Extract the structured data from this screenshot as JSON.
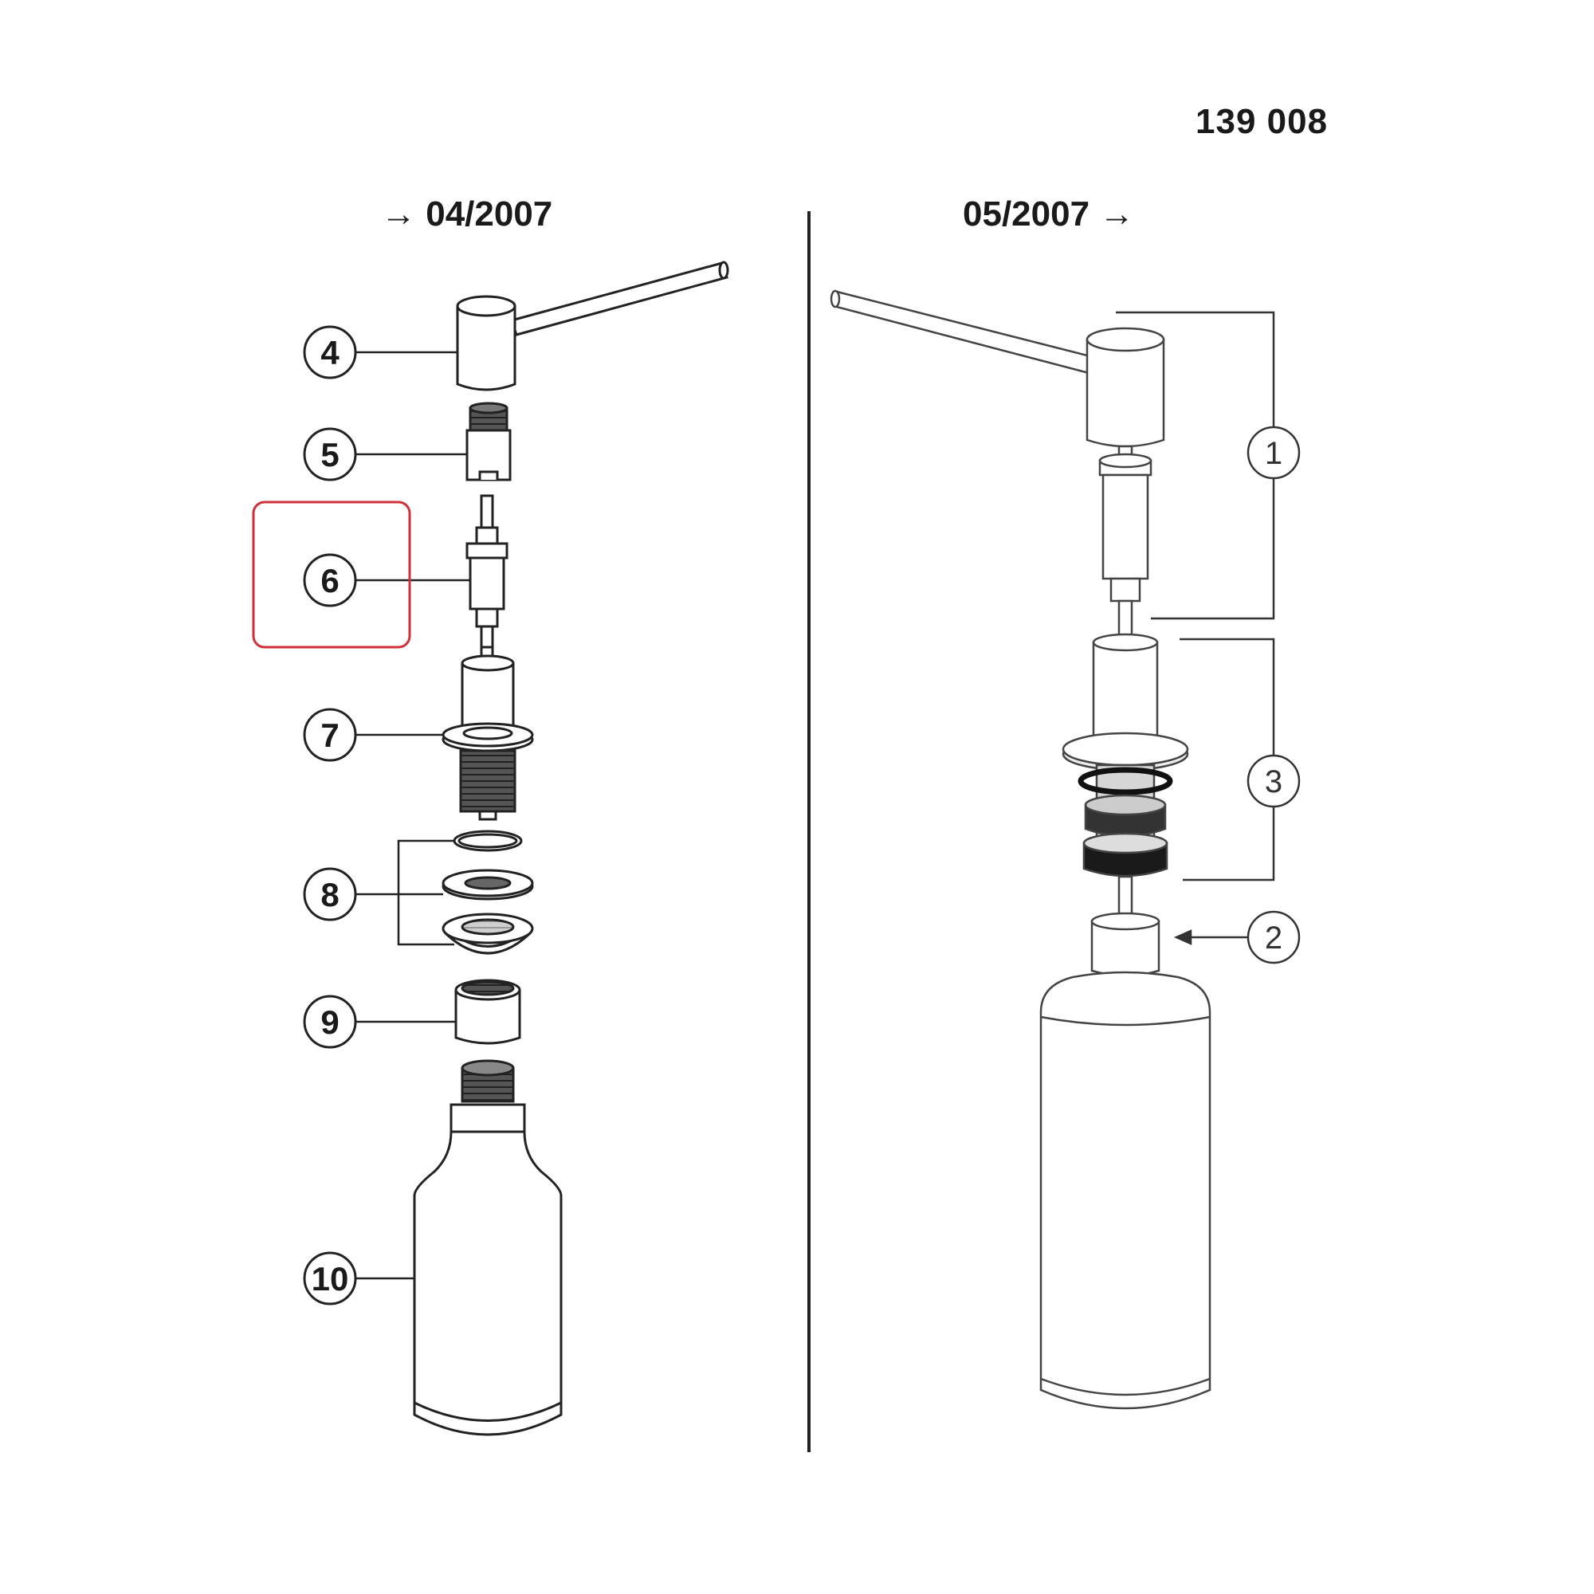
{
  "header": {
    "part_number": "139 008",
    "version_old": "→ 04/2007",
    "version_new": "05/2007 →"
  },
  "callouts_old": [
    "4",
    "5",
    "6",
    "7",
    "8",
    "9",
    "10"
  ],
  "callouts_new": [
    "1",
    "2",
    "3"
  ],
  "highlight": {
    "callout": "6",
    "color": "#d0303a"
  }
}
